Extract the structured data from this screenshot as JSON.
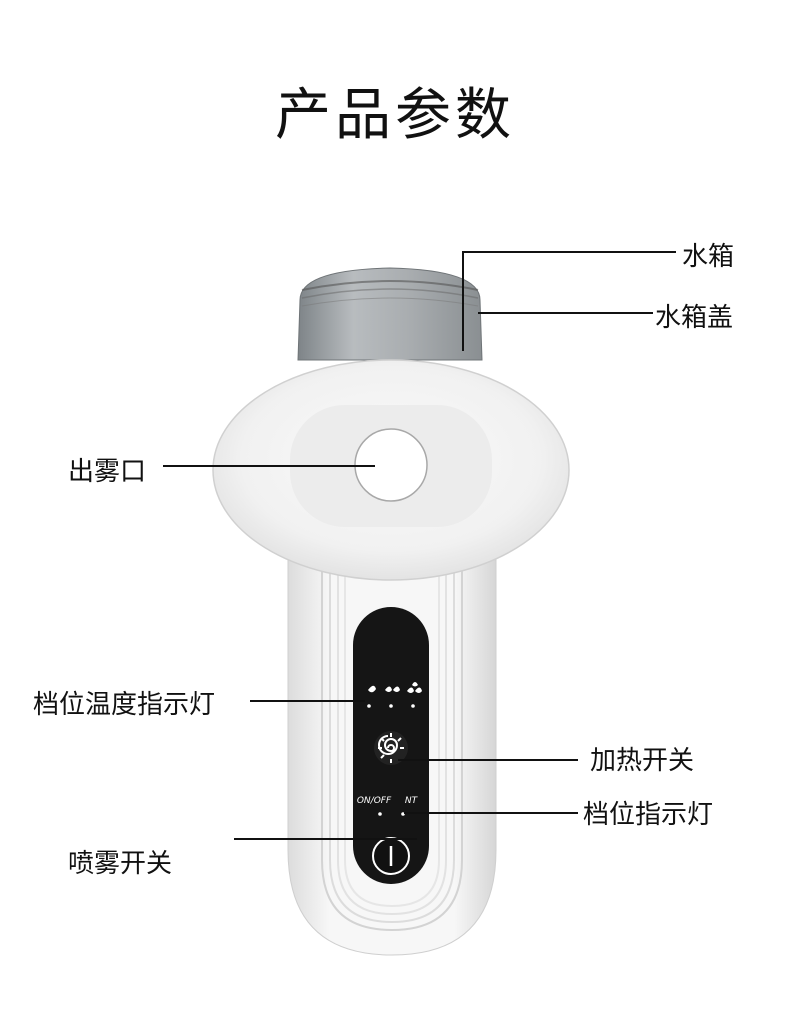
{
  "page": {
    "title": "产品参数"
  },
  "callouts": [
    {
      "id": "water-tank",
      "label": "水箱",
      "side": "right"
    },
    {
      "id": "water-tank-cap",
      "label": "水箱盖",
      "side": "right"
    },
    {
      "id": "mist-outlet",
      "label": "出雾口",
      "side": "left"
    },
    {
      "id": "level-temp-indicator",
      "label": "档位温度指示灯",
      "side": "left"
    },
    {
      "id": "heat-switch",
      "label": "加热开关",
      "side": "right"
    },
    {
      "id": "level-indicator",
      "label": "档位指示灯",
      "side": "right"
    },
    {
      "id": "spray-switch",
      "label": "喷雾开关",
      "side": "left"
    }
  ],
  "device": {
    "panel": {
      "onoff_label": "ON/OFF",
      "nt_label": "NT"
    },
    "colors": {
      "body": "#f2f2f2",
      "panel": "#111111",
      "panel_text": "#ffffff",
      "tank": "#9ea3a6"
    }
  }
}
